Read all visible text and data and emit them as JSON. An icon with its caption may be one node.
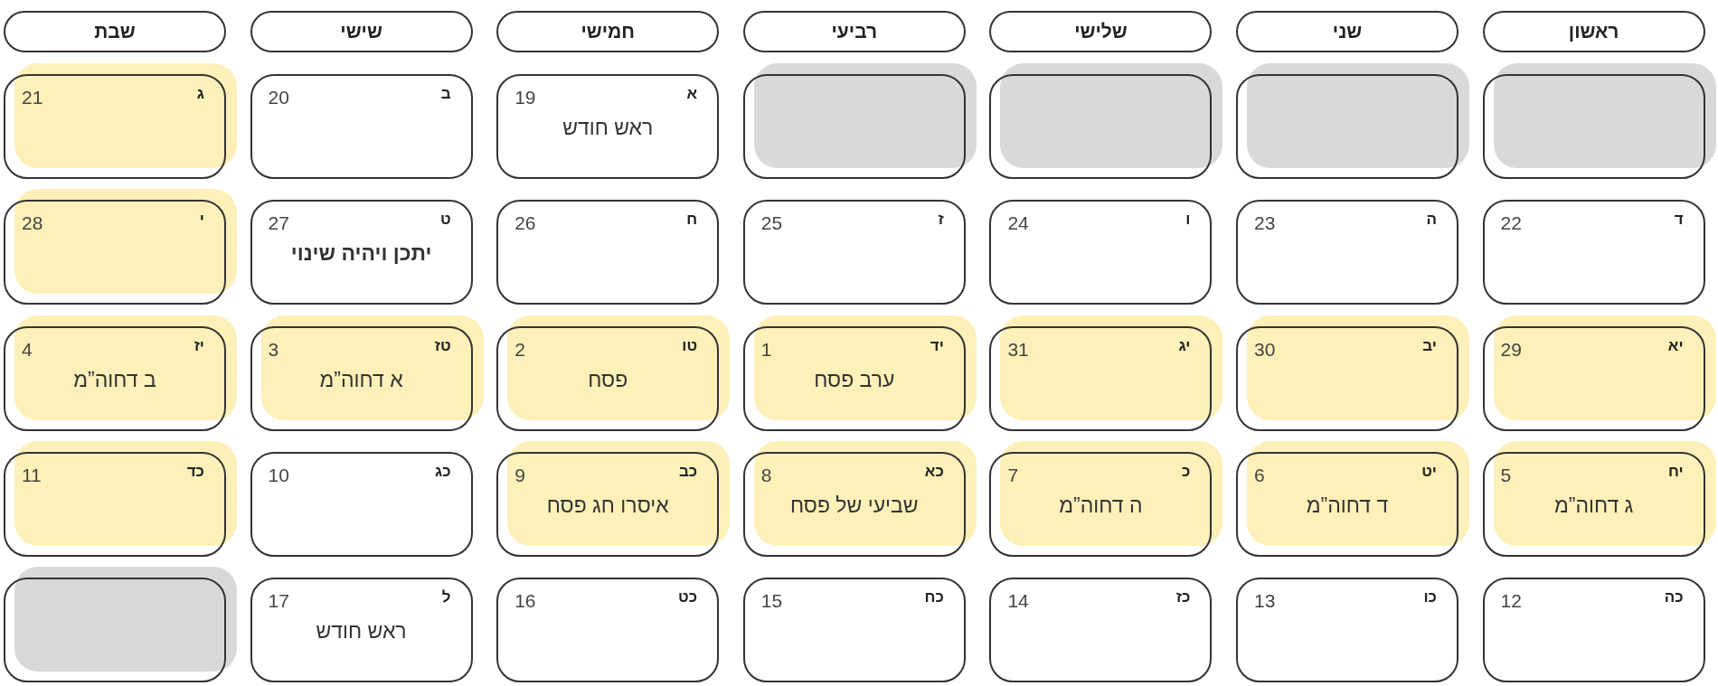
{
  "diagram": {
    "nodes": [
      {
        "text": [
          "ראשון"
        ]
      },
      {
        "text": [
          "שני"
        ]
      },
      {
        "text": [
          "שלישי"
        ]
      },
      {
        "text": [
          "רביעי"
        ]
      },
      {
        "text": [
          "חמישי"
        ]
      },
      {
        "text": [
          "שישי"
        ]
      },
      {
        "text": [
          "שבת"
        ]
      },
      {
        "text": [],
        "shape": "box"
      },
      {
        "text": [],
        "shape": "box"
      },
      {
        "text": [],
        "shape": "box"
      },
      {
        "text": [],
        "shape": "box"
      },
      {
        "text": [
          "א",
          "19",
          "ראש חודש"
        ]
      },
      {
        "text": [
          "ב",
          "20"
        ]
      },
      {
        "text": [
          "ג",
          "21"
        ]
      },
      {
        "text": [
          "ד",
          "22"
        ]
      },
      {
        "text": [
          "ה",
          "23"
        ]
      },
      {
        "text": [
          "ו",
          "24"
        ]
      },
      {
        "text": [
          "ז",
          "25"
        ]
      },
      {
        "text": [
          "ח",
          "26"
        ]
      },
      {
        "text": [
          "ט",
          "27",
          "יתכן ויהיה שינוי"
        ]
      },
      {
        "text": [
          "י",
          "28"
        ]
      },
      {
        "text": [
          "יא",
          "29"
        ]
      },
      {
        "text": [
          "יב",
          "30"
        ]
      },
      {
        "text": [
          "יג",
          "31"
        ]
      },
      {
        "text": [
          "יד",
          "1",
          "ערב פסח"
        ]
      },
      {
        "text": [
          "טו",
          "2",
          "פסח"
        ]
      },
      {
        "text": [
          "טז",
          "3",
          "א דחוה”מ"
        ]
      },
      {
        "text": [
          "יז",
          "4",
          "ב דחוה”מ"
        ]
      },
      {
        "text": [
          "יח",
          "5",
          "ג דחוה”מ"
        ]
      },
      {
        "text": [
          "יט",
          "6",
          "ד דחוה”מ"
        ]
      },
      {
        "text": [
          "כ",
          "7",
          "ה דחוה”מ"
        ]
      },
      {
        "text": [
          "כא",
          "8",
          "שביעי של פסח"
        ]
      },
      {
        "text": [
          "כב",
          "9",
          "איסרו חג פסח"
        ]
      },
      {
        "text": [
          "כג",
          "10"
        ]
      },
      {
        "text": [
          "כד",
          "11"
        ]
      },
      {
        "text": [
          "כה",
          "12"
        ]
      },
      {
        "text": [
          "כו",
          "13"
        ]
      },
      {
        "text": [
          "כז",
          "14"
        ]
      },
      {
        "text": [
          "כח",
          "15"
        ]
      },
      {
        "text": [
          "כט",
          "16"
        ]
      },
      {
        "text": [
          "ל",
          "17",
          "ראש חודש"
        ]
      },
      {
        "text": [],
        "shape": "box"
      }
    ]
  }
}
